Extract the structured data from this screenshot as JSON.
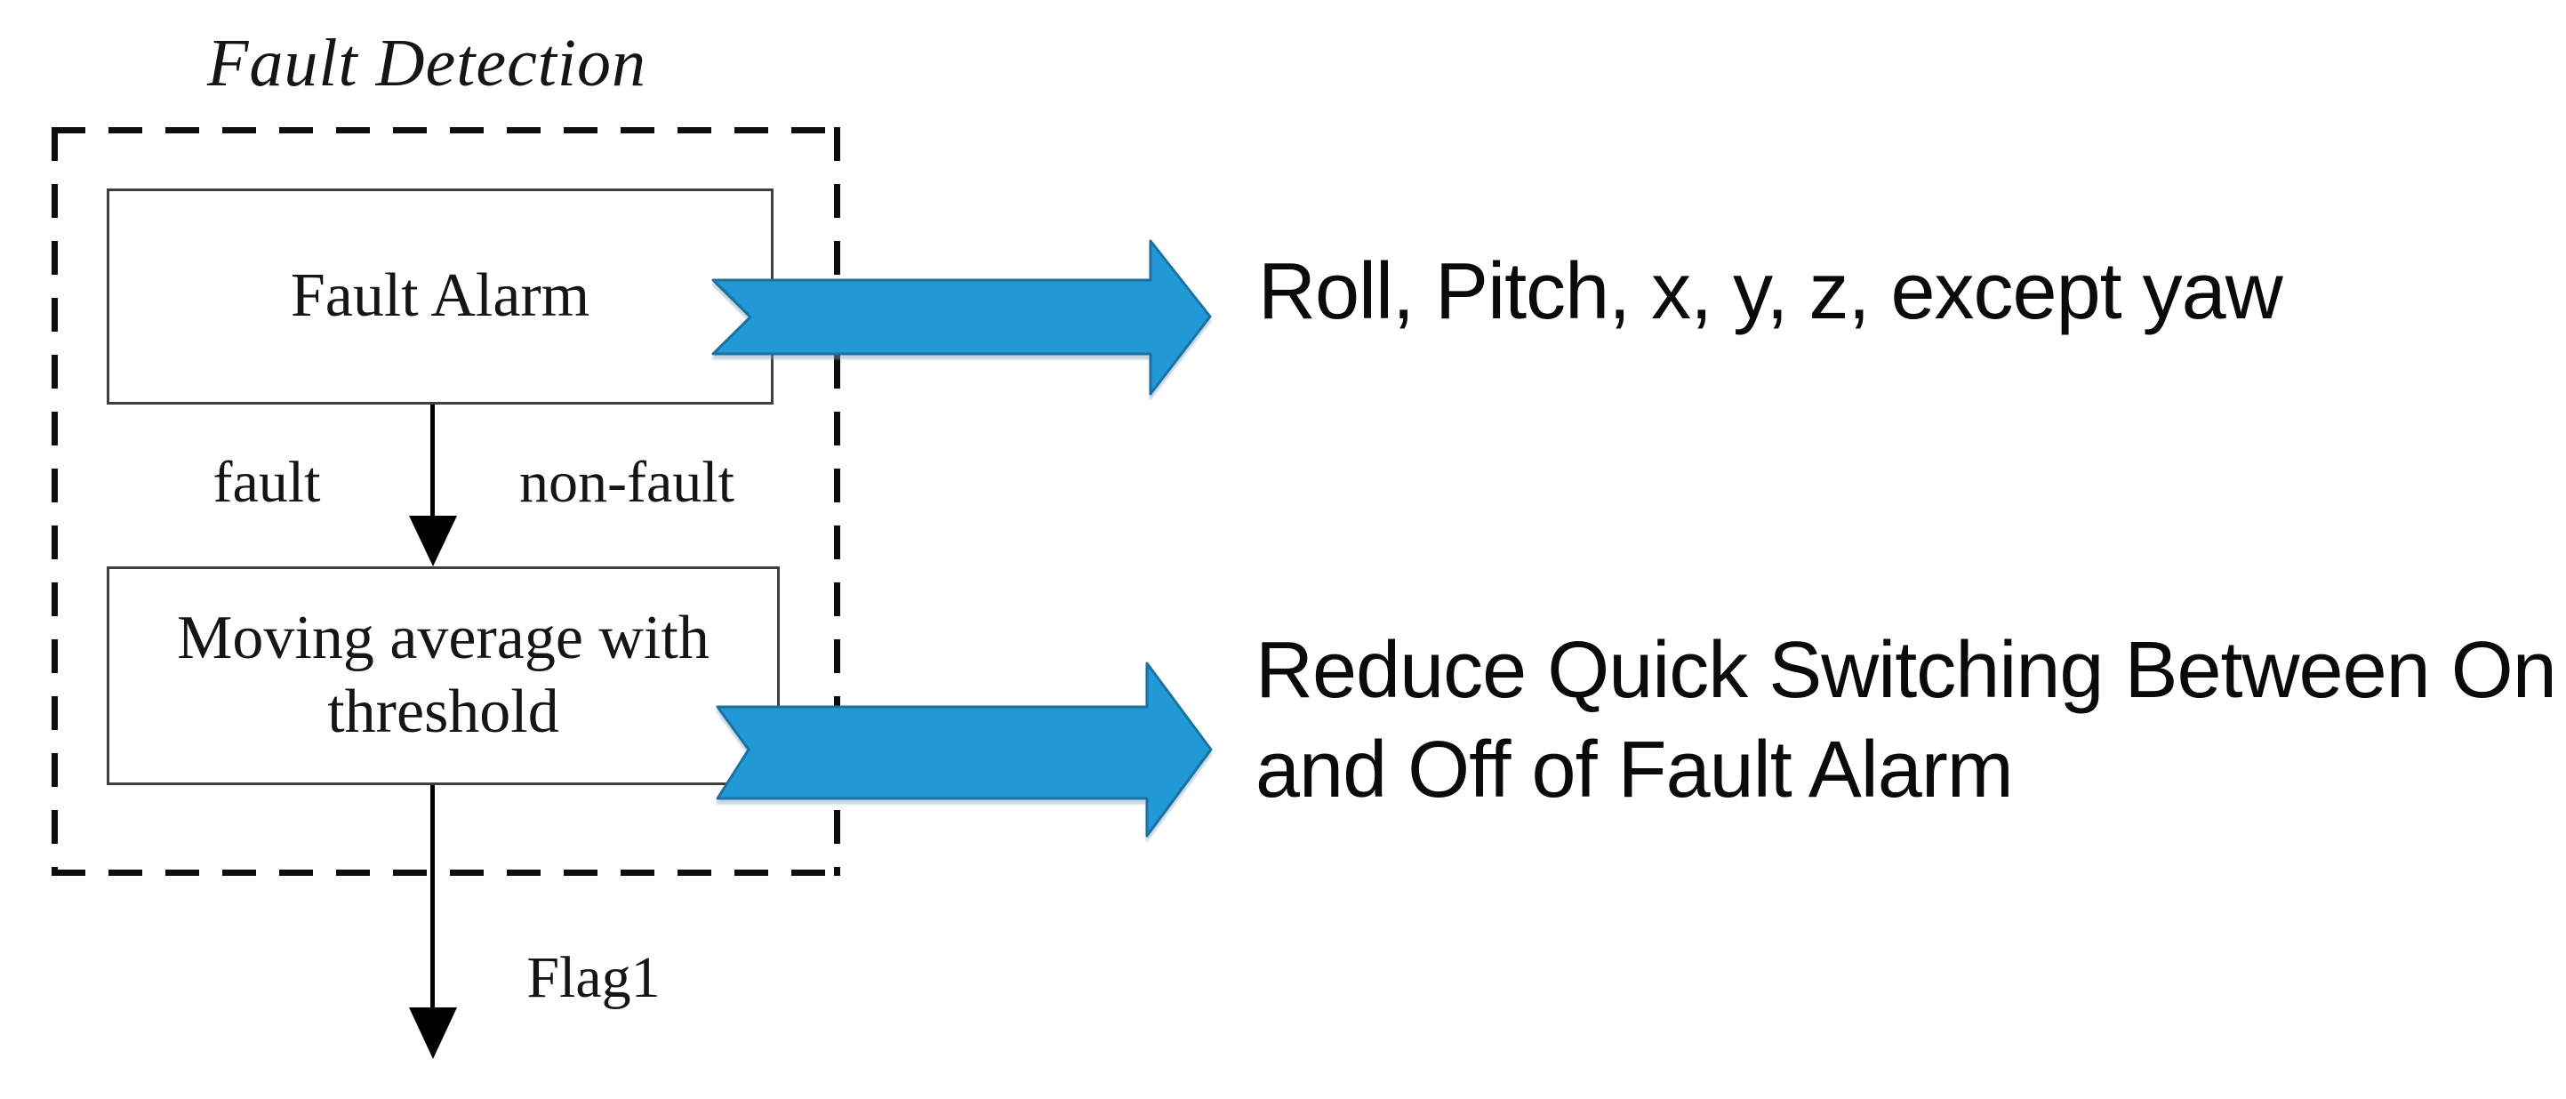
{
  "diagram": {
    "title": "Fault Detection",
    "boxes": {
      "fault_alarm": {
        "label": "Fault Alarm"
      },
      "moving_average": {
        "label": "Moving average with threshold"
      }
    },
    "edge_labels": {
      "fault": "fault",
      "non_fault": "non-fault",
      "flag": "Flag1"
    },
    "annotations": [
      {
        "text": "Roll, Pitch, x, y, z, except yaw"
      },
      {
        "lines": [
          "Reduce Quick Switching Between On",
          "and Off of Fault Alarm"
        ]
      }
    ],
    "colors": {
      "arrow_fill": "#2099D6",
      "arrow_stroke": "#1B719F",
      "line": "#000000",
      "box_border": "#3F3F3F"
    }
  }
}
